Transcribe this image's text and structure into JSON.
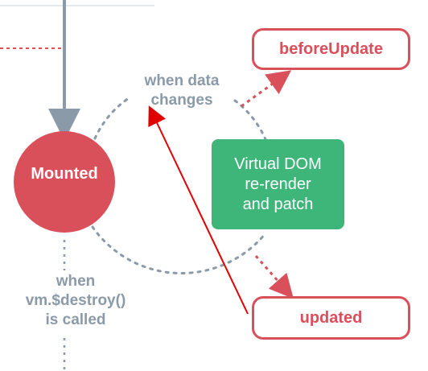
{
  "nodes": {
    "mounted": "Mounted",
    "before_update": "beforeUpdate",
    "updated": "updated",
    "vdom_line1": "Virtual DOM",
    "vdom_line2": "re-render",
    "vdom_line3": "and patch"
  },
  "captions": {
    "data_changes_line1": "when data",
    "data_changes_line2": "changes",
    "destroy_line1": "when",
    "destroy_line2": "vm.$destroy()",
    "destroy_line3": "is called"
  },
  "colors": {
    "hook_red": "#d9505a",
    "vdom_green": "#3eb67a",
    "connector_gray": "#8a9aa8",
    "dotted_red": "#d9505a",
    "annotation_red": "#e00000"
  }
}
